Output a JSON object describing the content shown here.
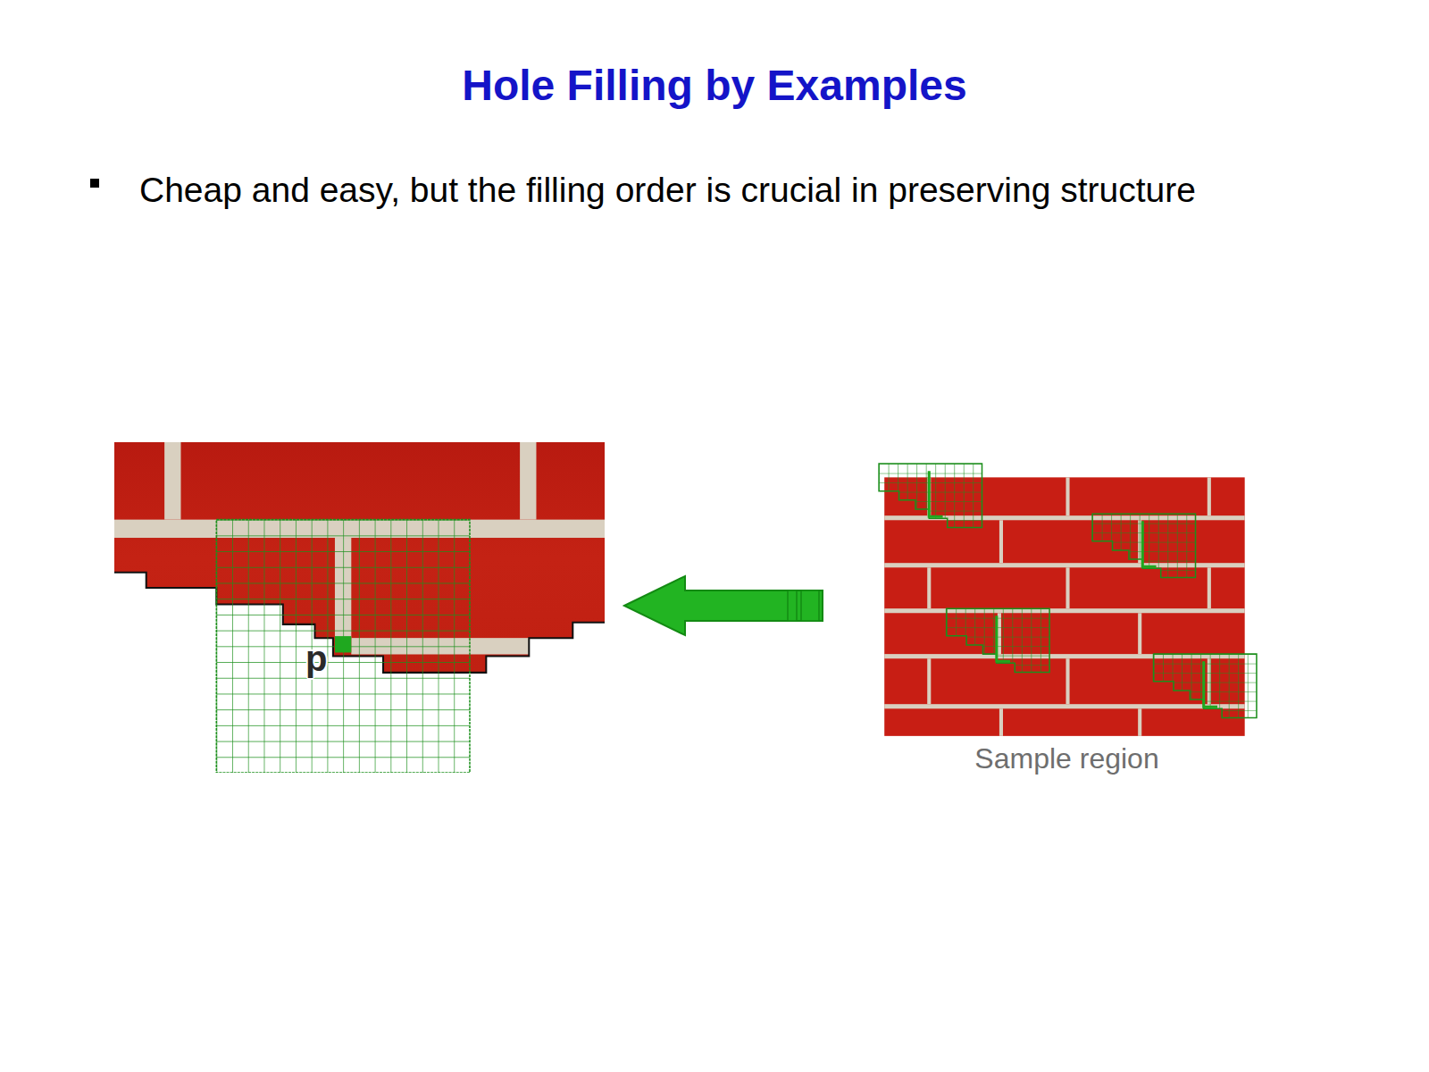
{
  "diagram": {
    "title": "Hole Filling by Examples",
    "nodes": [
      {
        "text": [
          "p"
        ]
      },
      {
        "text": [
          "Sample region"
        ]
      }
    ],
    "edges": [
      {
        "from": 1,
        "to": 0,
        "arrow": "to"
      }
    ],
    "labels": [
      "Cheap and easy, but the filling order is crucial in preserving structure"
    ]
  }
}
